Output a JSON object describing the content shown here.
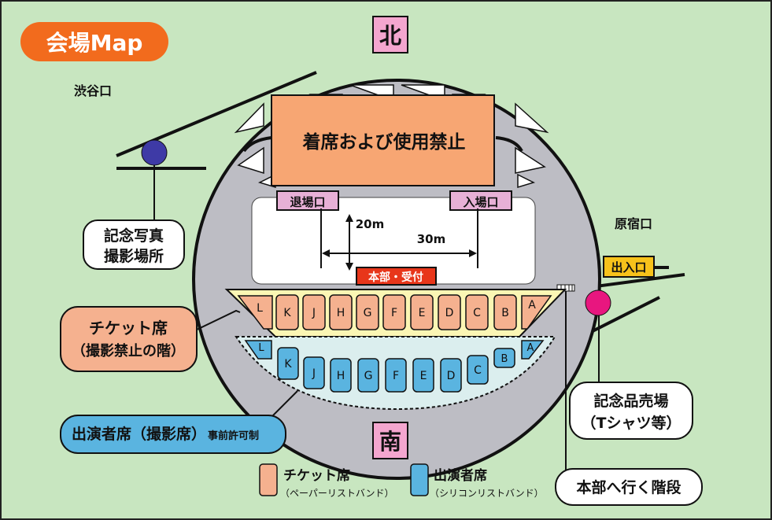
{
  "title": "会場Map",
  "compass": {
    "north": "北",
    "south": "南"
  },
  "entrances": {
    "shibuya": "渋谷口",
    "harajuku": "原宿口",
    "gate": "出入口"
  },
  "stage": {
    "label": "着席および使用禁止"
  },
  "field": {
    "exit": "退場口",
    "entry": "入場口",
    "dim_h": "20m",
    "dim_w": "30m",
    "hq": "本部・受付"
  },
  "ticket_blocks": [
    "L",
    "K",
    "J",
    "H",
    "G",
    "F",
    "E",
    "D",
    "C",
    "B",
    "A"
  ],
  "performer_blocks": [
    "L",
    "K",
    "J",
    "H",
    "G",
    "F",
    "E",
    "D",
    "C",
    "B",
    "A"
  ],
  "callouts": {
    "photo_line1": "記念写真",
    "photo_line2": "撮影場所",
    "ticket_line1": "チケット席",
    "ticket_line2": "（撮影禁止の階）",
    "performer_main": "出演者席（撮影席）",
    "performer_sub": "事前許可制",
    "goods_line1": "記念品売場",
    "goods_line2": "（Tシャツ等）",
    "stairs": "本部へ行く階段"
  },
  "legend": {
    "ticket_name": "チケット席",
    "ticket_sub": "（ペーパーリストバンド）",
    "performer_name": "出演者席",
    "performer_sub": "（シリコンリストバンド）"
  },
  "colors": {
    "background": "#c8e6c0",
    "title_badge": "#f26b1d",
    "venue": "#bdbdc4",
    "stage": "#f7a673",
    "compass": "#f4a6cf",
    "label_pink": "#e7b0d6",
    "hq_red": "#e8361a",
    "gate_yellow": "#f7c21b",
    "ticket_seat": "#f5b18f",
    "ticket_zone": "#fbf6b4",
    "performer_seat": "#5ab4e0",
    "performer_zone": "#dbeeee",
    "photo_spot": "#3e3aa6",
    "goods_spot": "#e8167f"
  }
}
